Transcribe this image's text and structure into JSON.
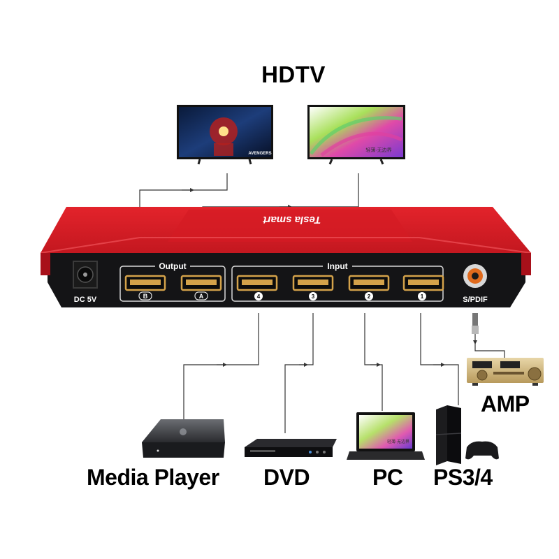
{
  "title": "HDTV",
  "device": {
    "brand_text": "Tesla smart",
    "power_label": "DC 5V",
    "output_group_label": "Output",
    "input_group_label": "Input",
    "output_ports": [
      "B",
      "A"
    ],
    "input_ports": [
      "4",
      "3",
      "2",
      "1"
    ],
    "spdif_label": "S/PDIF"
  },
  "tvs": {
    "tv1_logo_text": "AVENGERS",
    "tv2_caption": "轻薄·无边界"
  },
  "pc_screen_caption": "轻薄·无边界",
  "sources": {
    "media_player": "Media Player",
    "dvd": "DVD",
    "pc": "PC",
    "ps": "PS3/4",
    "amp": "AMP"
  },
  "colors": {
    "case_red": "#c8141c",
    "case_dark_red": "#8a0c10",
    "panel_black": "#141416",
    "port_gold": "#d4a24a"
  }
}
